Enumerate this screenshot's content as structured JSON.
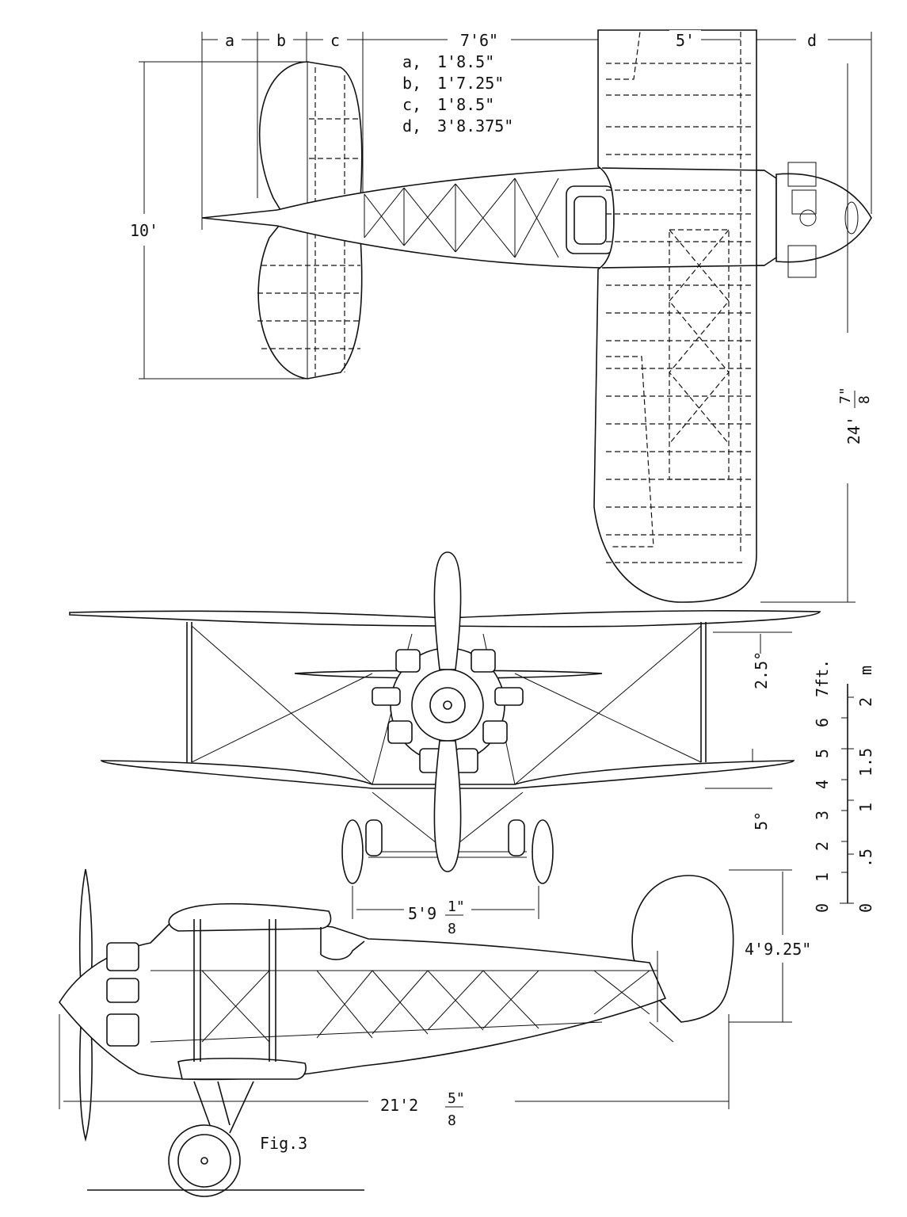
{
  "figure": {
    "caption": "Fig.3",
    "plan_view": {
      "dim_a": "a",
      "dim_b": "b",
      "dim_c": "c",
      "dim_d": "d",
      "tail_chord": "7'6\"",
      "wing_chord": "5'",
      "tail_span": "10'",
      "half_span_main": "24'",
      "half_span_fraction_num": "7\"",
      "half_span_fraction_den": "8",
      "legend": [
        {
          "key": "a,",
          "value": "1'8.5\""
        },
        {
          "key": "b,",
          "value": "1'7.25\""
        },
        {
          "key": "c,",
          "value": "1'8.5\""
        },
        {
          "key": "d,",
          "value": "3'8.375\""
        }
      ]
    },
    "front_view": {
      "upper_dihedral": "2.5°",
      "lower_dihedral": "5°",
      "track_main": "5'9",
      "track_num": "1\"",
      "track_den": "8"
    },
    "side_view": {
      "length_main": "21'2",
      "length_num": "5\"",
      "length_den": "8",
      "height": "4'9.25\""
    },
    "scale": {
      "unit_ft": "7ft.",
      "unit_m": "m",
      "ft_ticks": [
        "0",
        "1",
        "2",
        "3",
        "4",
        "5",
        "6"
      ],
      "m_ticks": [
        "0",
        ".5",
        "1",
        "1.5",
        "2"
      ]
    }
  }
}
